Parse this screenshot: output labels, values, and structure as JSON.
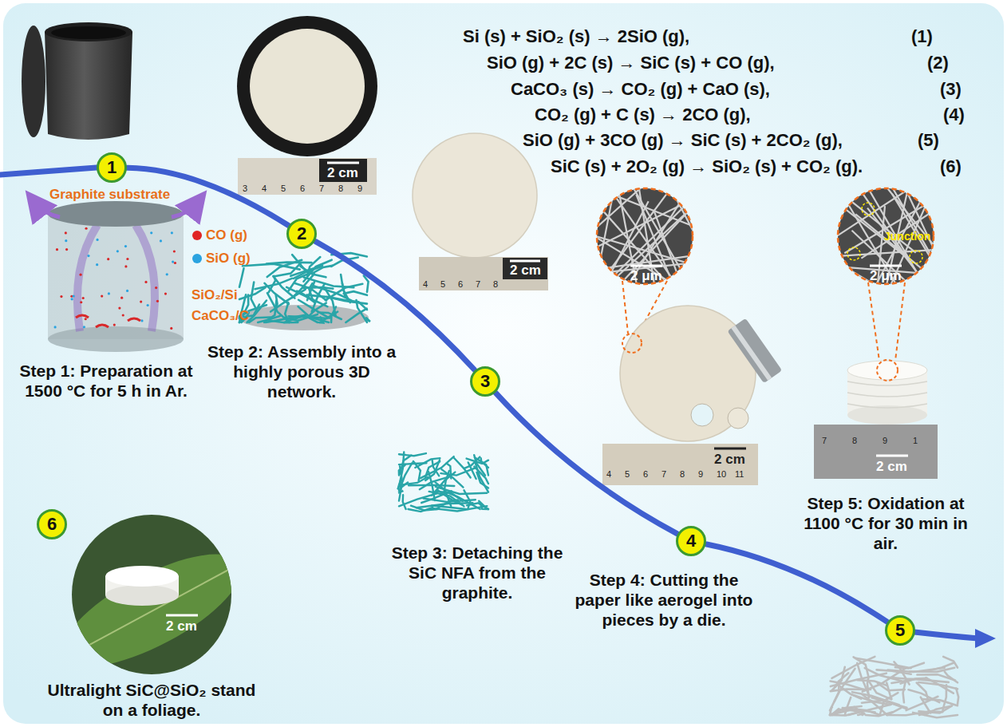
{
  "diagram": {
    "nodes": [
      {
        "text": [
          "1"
        ]
      },
      {
        "text": [
          "2"
        ]
      },
      {
        "text": [
          "3"
        ]
      },
      {
        "text": [
          "4"
        ]
      },
      {
        "text": [
          "5"
        ]
      },
      {
        "text": [
          "6"
        ]
      }
    ],
    "edges": [
      {
        "from": 0,
        "to": 1,
        "arrow": "none"
      },
      {
        "from": 1,
        "to": 2,
        "arrow": "none"
      },
      {
        "from": 2,
        "to": 3,
        "arrow": "none"
      },
      {
        "from": 3,
        "to": 4,
        "arrow": "none"
      }
    ],
    "labels": [
      "Si (s) + SiO₂ (s) → 2SiO (g),",
      "(1)",
      "SiO (g) + 2C (s) → SiC (s) + CO (g),",
      "(2)",
      "CaCO₃ (s) → CO₂ (g) + CaO (s),",
      "(3)",
      "CO₂ (g) + C (s) → 2CO (g),",
      "(4)",
      "SiO (g) + 3CO (g) → SiC (s) + 2CO₂ (g),",
      "(5)",
      "SiC (s) + 2O₂ (g) → SiO₂ (s) + CO₂ (g).",
      "(6)",
      "Graphite substrate",
      "CO (g)",
      "SiO (g)",
      "SiO₂/Si",
      "CaCO₃/C",
      "Step 1: Preparation at 1500 °C for 5 h in Ar.",
      "Step 2: Assembly into a highly porous 3D network.",
      "Step 3: Detaching the SiC NFA from the graphite.",
      "Step 4: Cutting the paper like aerogel into pieces by a die.",
      "Step 5: Oxidation at 1100 °C for 30 min in air.",
      "Ultralight SiC@SiO₂ stand on a foliage.",
      "2 cm",
      "2 cm",
      "2 μm",
      "2 μm",
      "Junction",
      "2 cm",
      "2 cm",
      "2 cm",
      "3",
      "4",
      "5",
      "6",
      "7",
      "8",
      "9",
      "4",
      "5",
      "6",
      "7",
      "8",
      "4",
      "5",
      "6",
      "7",
      "8",
      "9",
      "10",
      "11",
      "7",
      "8",
      "9",
      "1"
    ]
  }
}
